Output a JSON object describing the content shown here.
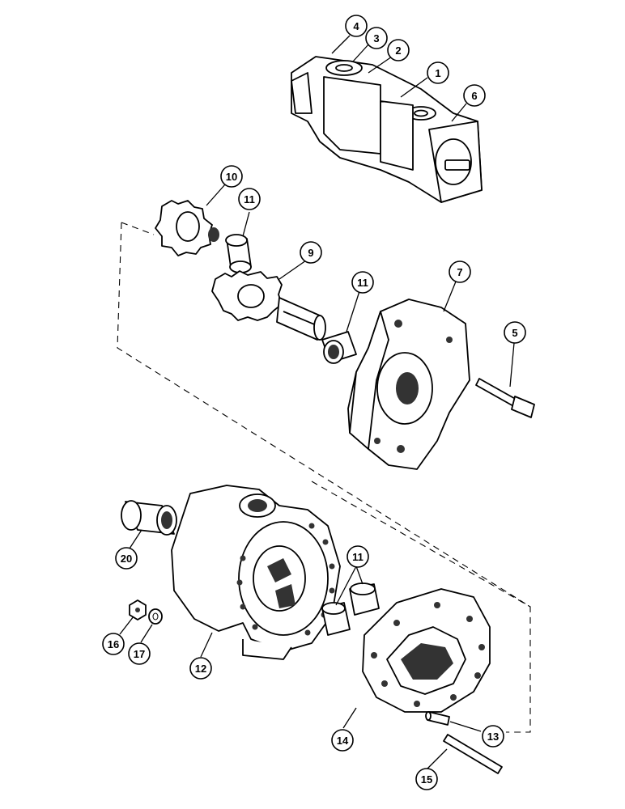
{
  "diagram": {
    "type": "exploded parts view",
    "callouts": [
      "1",
      "2",
      "3",
      "4",
      "5",
      "6",
      "7",
      "9",
      "10",
      "11",
      "11",
      "11",
      "12",
      "13",
      "14",
      "15",
      "16",
      "17",
      "20"
    ]
  }
}
